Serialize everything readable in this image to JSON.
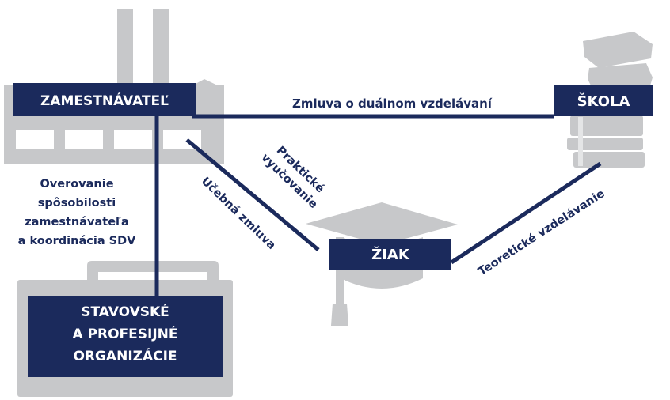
{
  "nodes": {
    "employer": "ZAMESTNÁVATEĽ",
    "school": "ŠKOLA",
    "student": "ŽIAK",
    "organizations": [
      "STAVOVSKÉ",
      "A PROFESIJNÉ",
      "ORGANIZÁCIE"
    ]
  },
  "edges": {
    "contract_dual": "Zmluva o duálnom vzdelávaní",
    "practical_training": [
      "Praktické",
      "vyučovanie"
    ],
    "learning_contract": "Učebná zmluva",
    "theory": "Teoretické vzdelávanie",
    "verification": [
      "Overovanie",
      "spôsobilosti",
      "zamestnávateľa",
      "a koordinácia SDV"
    ]
  },
  "colors": {
    "navy": "#1b2a5c",
    "icon_gray": "#c7c8ca",
    "text_on_box": "#ffffff"
  }
}
